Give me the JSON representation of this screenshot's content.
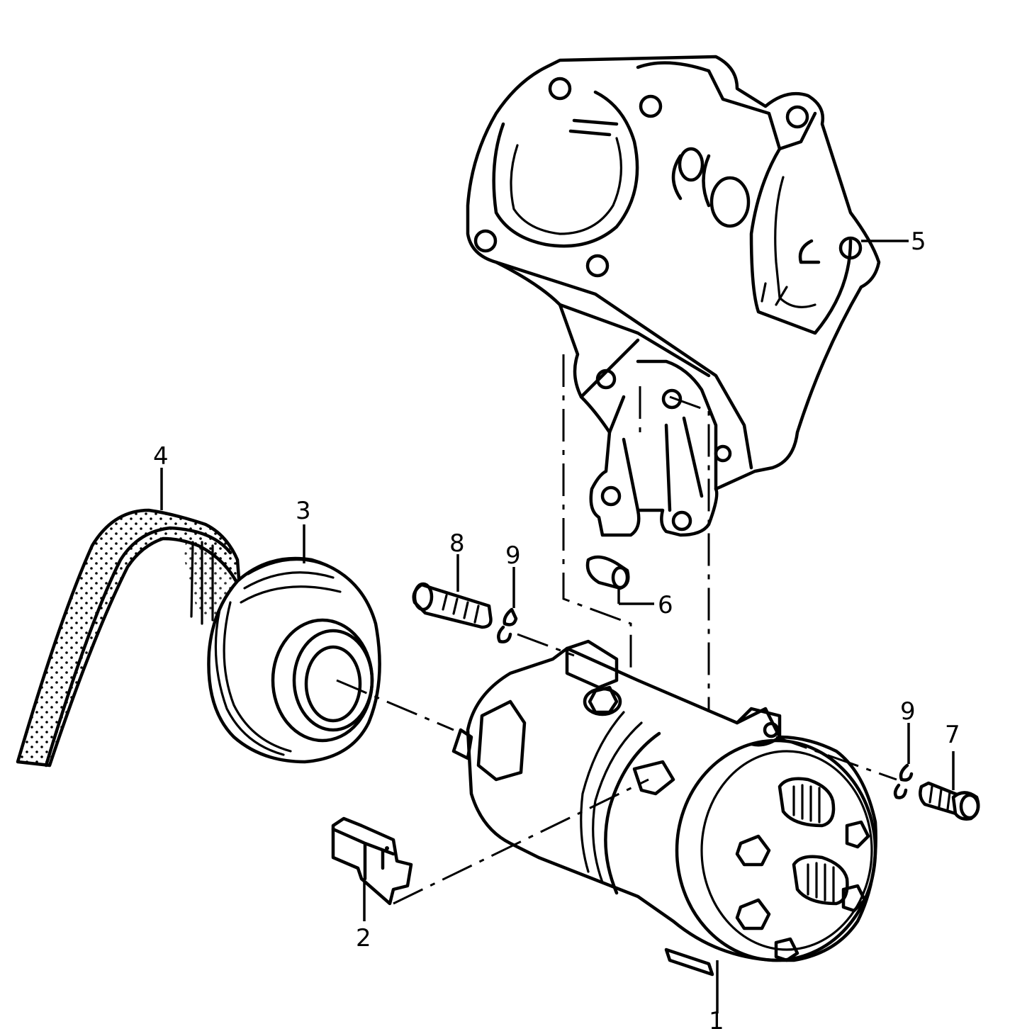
{
  "callouts": {
    "c1": "1",
    "c2": "2",
    "c3": "3",
    "c4": "4",
    "c5": "5",
    "c6": "6",
    "c7": "7",
    "c8": "8",
    "c9a": "9",
    "c9b": "9"
  }
}
